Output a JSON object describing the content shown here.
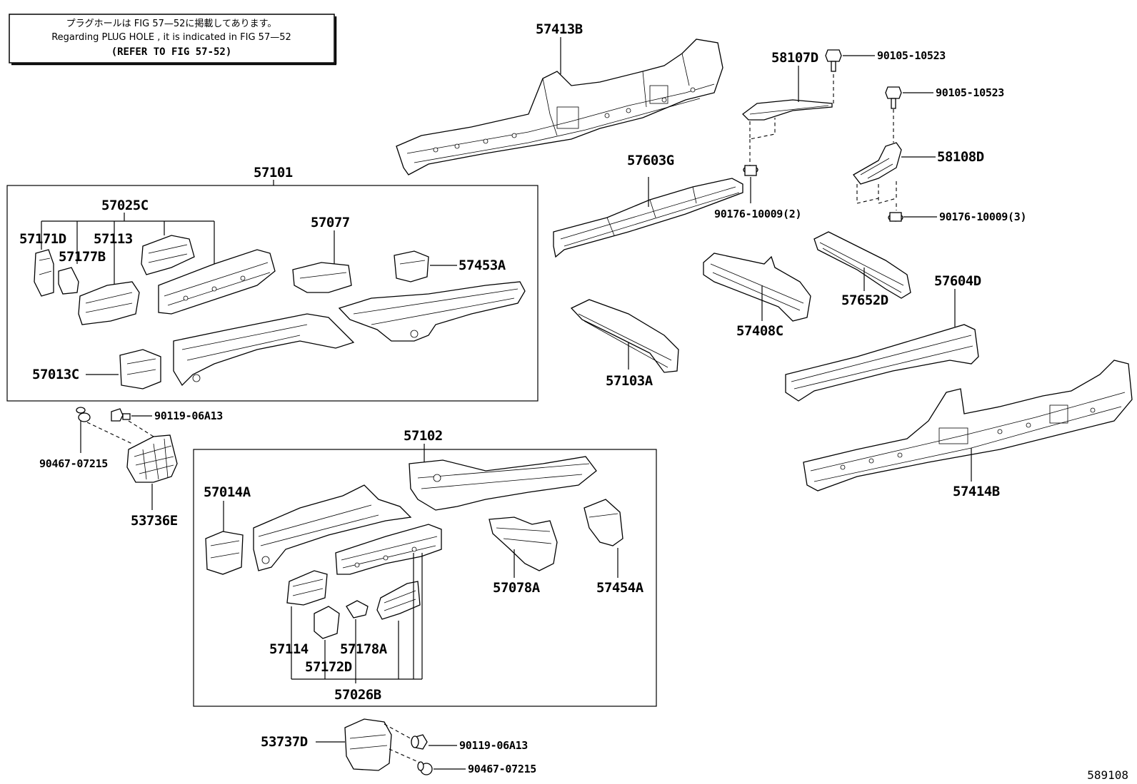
{
  "note": {
    "line_jp": "プラグホールは FIG 57—52に掲載してあります。",
    "line_en": "Regarding  PLUG  HOLE , it is indicated in FIG  57—52",
    "line_ref": "(REFER TO FIG 57-52)"
  },
  "labels": {
    "p57413B": "57413B",
    "p58107D": "58107D",
    "p90105_a": "90105-10523",
    "p90105_b": "90105-10523",
    "p58108D": "58108D",
    "p57603G": "57603G",
    "p90176_a": "90176-10009(2)",
    "p90176_b": "90176-10009(3)",
    "p57101": "57101",
    "p57025C": "57025C",
    "p57171D": "57171D",
    "p57113": "57113",
    "p57177B": "57177B",
    "p57077": "57077",
    "p57453A": "57453A",
    "p57013C": "57013C",
    "p57408C": "57408C",
    "p57652D": "57652D",
    "p57604D": "57604D",
    "p57103A": "57103A",
    "p90119_a": "90119-06A13",
    "p90467_a": "90467-07215",
    "p53736E": "53736E",
    "p57102": "57102",
    "p57014A": "57014A",
    "p57414B": "57414B",
    "p57078A": "57078A",
    "p57454A": "57454A",
    "p57114": "57114",
    "p57178A": "57178A",
    "p57172D": "57172D",
    "p57026B": "57026B",
    "p53737D": "53737D",
    "p90119_b": "90119-06A13",
    "p90467_b": "90467-07215"
  },
  "figure_ref": "589108"
}
